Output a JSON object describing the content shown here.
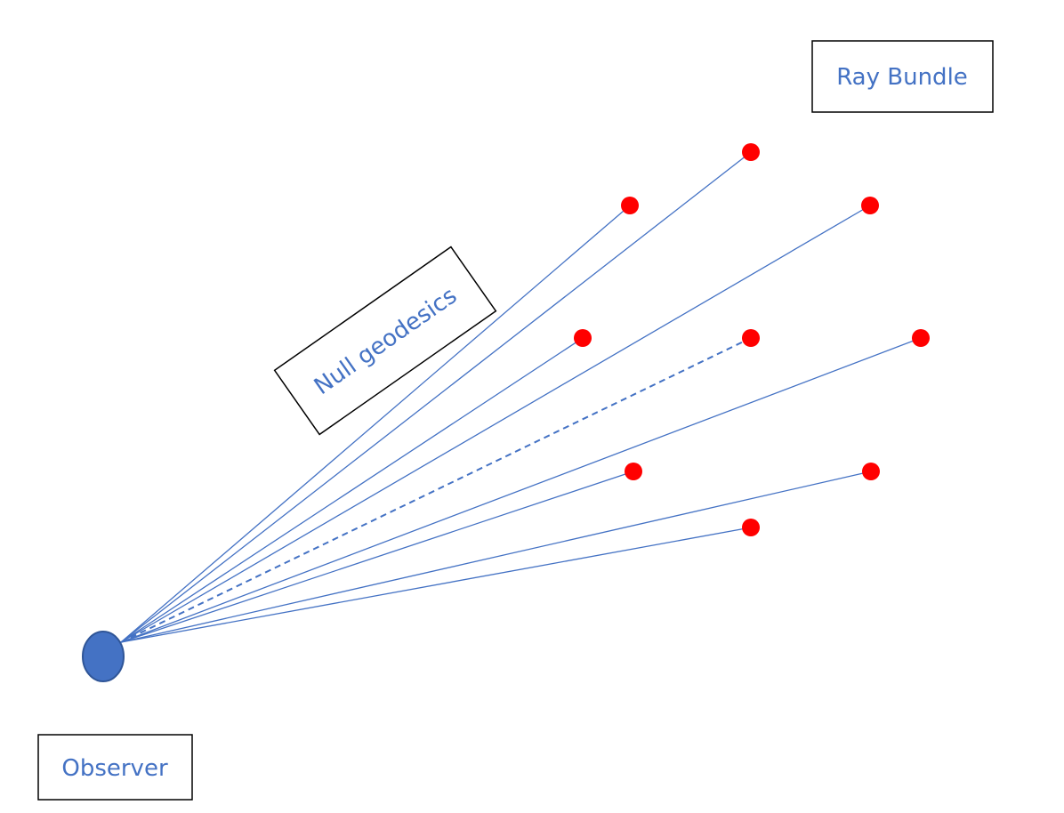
{
  "labels": {
    "ray_bundle": "Ray Bundle",
    "null_geodesics": "Null geodesics",
    "observer": "Observer"
  },
  "colors": {
    "ray": "#4472C4",
    "observer_fill": "#4472C4",
    "observer_stroke": "#2F5597",
    "point": "#FF0000",
    "label_text": "#4472C4",
    "box_border": "#000000"
  },
  "diagram": {
    "observer": {
      "shape": "circle"
    },
    "rays": [
      {
        "id": "ray-1",
        "style": "solid"
      },
      {
        "id": "ray-2",
        "style": "solid"
      },
      {
        "id": "ray-3",
        "style": "solid"
      },
      {
        "id": "ray-4",
        "style": "solid"
      },
      {
        "id": "ray-central",
        "style": "dashed"
      },
      {
        "id": "ray-5",
        "style": "solid"
      },
      {
        "id": "ray-6",
        "style": "solid"
      },
      {
        "id": "ray-7",
        "style": "solid"
      },
      {
        "id": "ray-8",
        "style": "solid"
      }
    ],
    "ray_endpoint_count": 9
  }
}
